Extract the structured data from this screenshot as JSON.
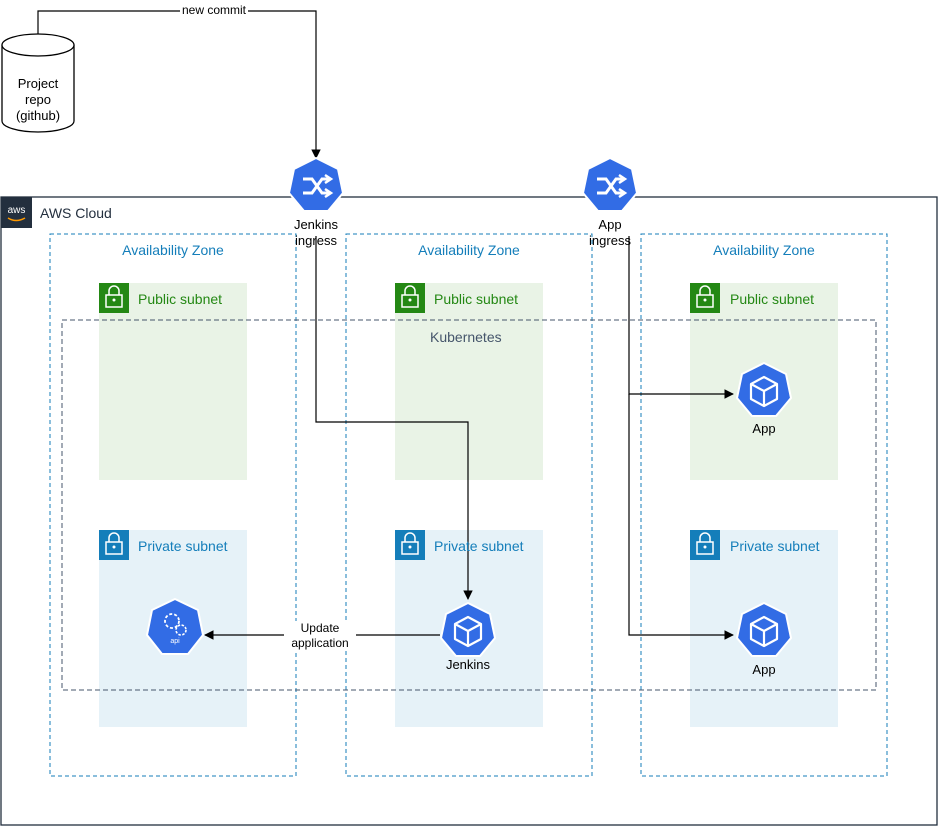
{
  "repo": {
    "label_lines": [
      "Project",
      "repo",
      "(github)"
    ]
  },
  "edges": {
    "commit": "new commit",
    "update": [
      "Update",
      "application"
    ]
  },
  "cloud": {
    "label": "AWS Cloud",
    "logo_text": "aws"
  },
  "zones": [
    {
      "label": "Availability Zone",
      "public": "Public subnet",
      "private": "Private subnet"
    },
    {
      "label": "Availability Zone",
      "public": "Public subnet",
      "private": "Private subnet"
    },
    {
      "label": "Availability Zone",
      "public": "Public subnet",
      "private": "Private subnet"
    }
  ],
  "kubernetes": {
    "label": "Kubernetes"
  },
  "ingress": [
    {
      "lines": [
        "Jenkins",
        "ingress"
      ]
    },
    {
      "lines": [
        "App",
        "ingress"
      ]
    }
  ],
  "pods": {
    "jenkins": "Jenkins",
    "app_public": "App",
    "app_private": "App",
    "api_badge": "api"
  },
  "colors": {
    "k8s_blue": "#326ce5",
    "zone_blue": "#147eba",
    "public_green": "#248814",
    "public_fill": "#e9f3e6",
    "private_fill": "#e6f2f8",
    "aws_dark": "#232f3e"
  }
}
